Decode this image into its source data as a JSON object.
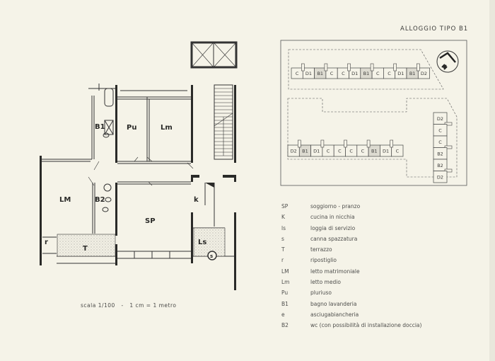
{
  "title": "ALLOGGIO TIPO B1",
  "scale_text": "scala 1/100   -   1 cm = 1 metro",
  "plan_labels": {
    "B1": "B1",
    "Pu": "Pu",
    "Lm": "Lm",
    "LM": "LM",
    "B2": "B2",
    "k": "k",
    "SP": "SP",
    "r": "r",
    "T": "T",
    "Ls": "Ls",
    "s": "s"
  },
  "site_plan": {
    "top_row": [
      "C",
      "D1",
      "B1",
      "C",
      "C",
      "D1",
      "B1",
      "C",
      "C",
      "D1",
      "B1",
      "D2"
    ],
    "bottom_row": [
      "D2",
      "B1",
      "D1",
      "C",
      "C",
      "C",
      "C",
      "B1",
      "D1",
      "C"
    ],
    "right_column": [
      "D2",
      "C",
      "C",
      "B2",
      "B2",
      "D2"
    ]
  },
  "legend": [
    {
      "abbr": "SP",
      "desc": "soggiorno - pranzo"
    },
    {
      "abbr": "K",
      "desc": "cucina in nicchia"
    },
    {
      "abbr": "ls",
      "desc": "loggia di servizio"
    },
    {
      "abbr": "s",
      "desc": "canna spazzatura"
    },
    {
      "abbr": "T",
      "desc": "terrazzo"
    },
    {
      "abbr": "r",
      "desc": "ripostiglio"
    },
    {
      "abbr": "LM",
      "desc": "letto matrimoniale"
    },
    {
      "abbr": "Lm",
      "desc": "letto medio"
    },
    {
      "abbr": "Pu",
      "desc": "pluriuso"
    },
    {
      "abbr": "B1",
      "desc": "bagno lavanderia"
    },
    {
      "abbr": "e",
      "desc": "asciugabiancheria"
    },
    {
      "abbr": "B2",
      "desc": "wc (con possibilità di installazione doccia)"
    }
  ]
}
